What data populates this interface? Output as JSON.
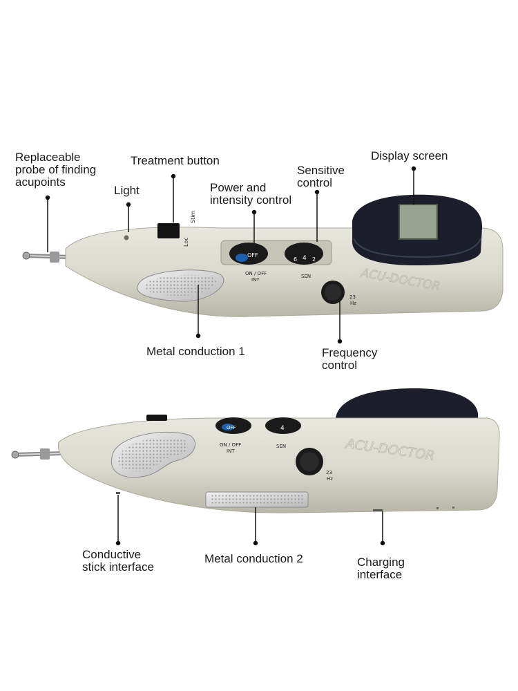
{
  "labels": {
    "probe": "Replaceable\nprobe of finding\nacupoints",
    "light": "Light",
    "treatment_button": "Treatment button",
    "power_intensity": "Power and\nintensity control",
    "sensitive": "Sensitive\ncontrol",
    "display": "Display screen",
    "metal1": "Metal conduction 1",
    "frequency": "Frequency\ncontrol",
    "conductive_stick": "Conductive\nstick interface",
    "metal2": "Metal conduction 2",
    "charging": "Charging\ninterface"
  },
  "device": {
    "brand": "ACU-DOCTOR",
    "knob_off": "OFF",
    "on_off_text": "ON / OFF",
    "int_text": "INT",
    "sen_text": "SEN",
    "hz_value": "23",
    "hz_unit": "Hz",
    "stim_text": "Stim",
    "loc_text": "Loc",
    "knob2_digits": [
      "6",
      "4",
      "2"
    ]
  },
  "colors": {
    "body": "#dcdbd0",
    "body_shadow": "#b9b8ab",
    "screen_housing": "#1c1f2b",
    "lcd": "#98a48f",
    "knob": "#1a1a1a",
    "knob_blue": "#1e5fb0",
    "label_text": "#1a1a1a"
  }
}
